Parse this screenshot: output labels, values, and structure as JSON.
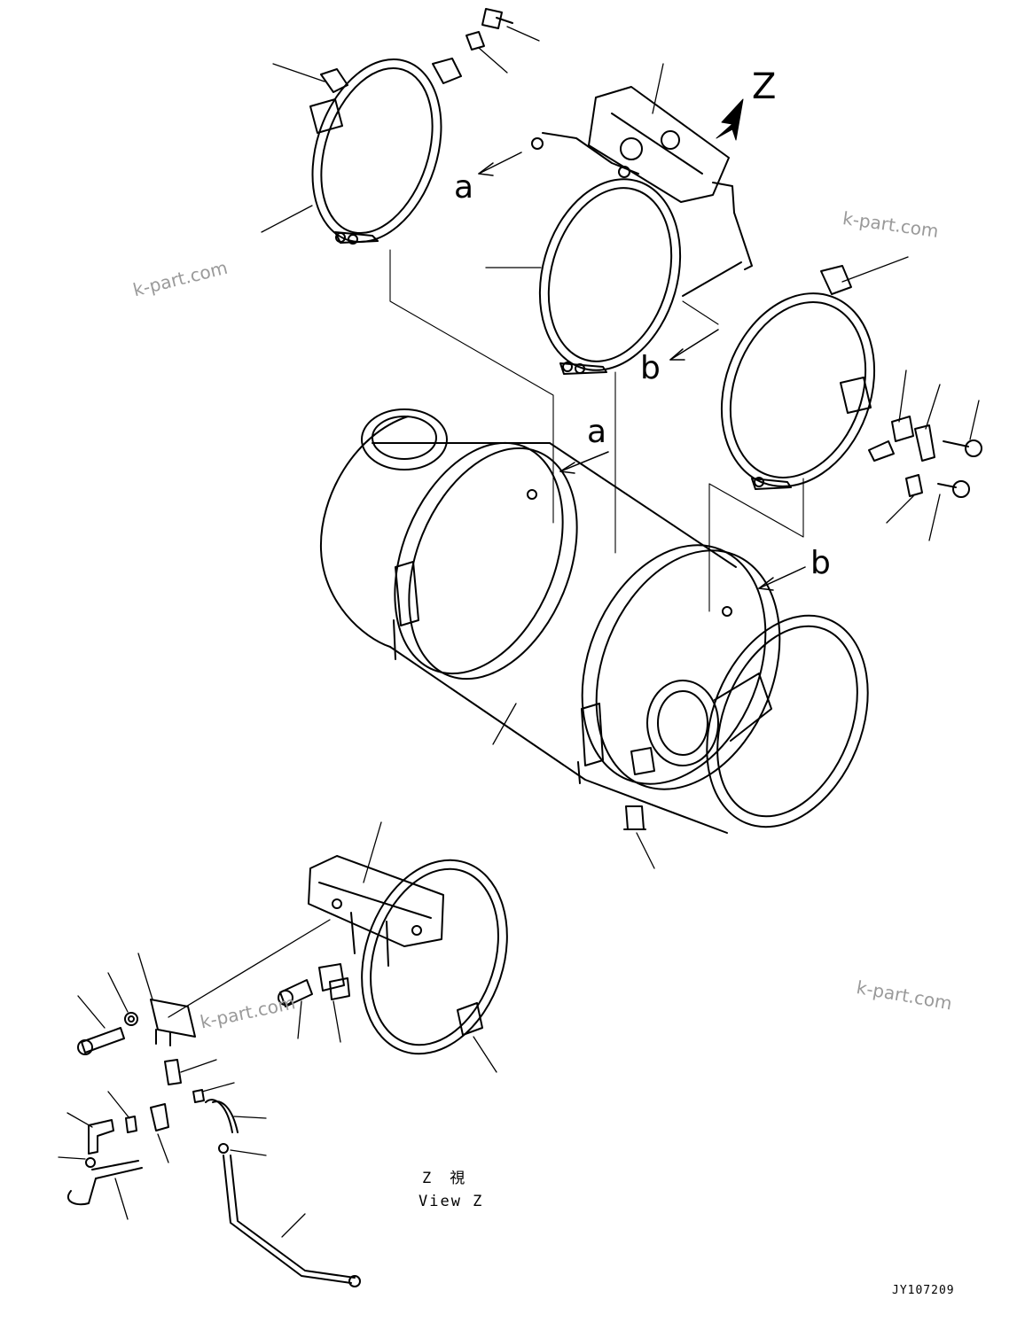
{
  "view_marker": "Z",
  "refs": {
    "a_upper": "a",
    "a_lower": "a",
    "b_upper": "b",
    "b_lower": "b"
  },
  "view_caption": {
    "line1": "Z　視",
    "line2": "View Z"
  },
  "drawing_code": "JY107209",
  "watermarks": [
    "k-part.com",
    "k-part.com",
    "k-part.com",
    "k-part.com"
  ],
  "colors": {
    "line": "#000000",
    "watermark": "#9a9a9a",
    "background": "#ffffff"
  }
}
